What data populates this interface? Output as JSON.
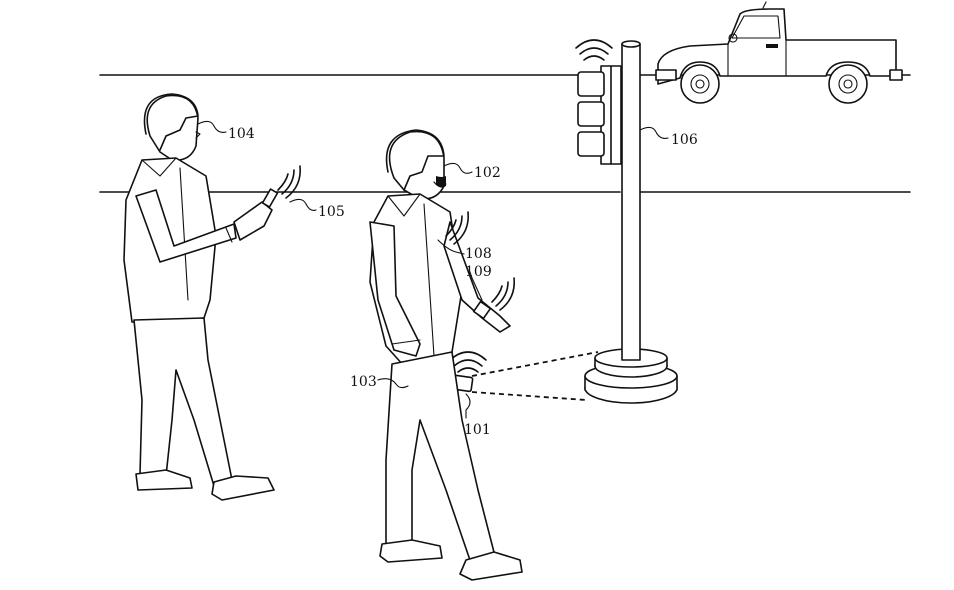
{
  "labels": {
    "smartphone_device": "101",
    "user_primary": "102",
    "hand": "103",
    "user_secondary": "104",
    "remote_device": "105",
    "traffic_signal": "106",
    "wearable_chest": "108",
    "wearable_wrist": "109"
  },
  "colors": {
    "line": "#111111",
    "background": "#ffffff"
  }
}
